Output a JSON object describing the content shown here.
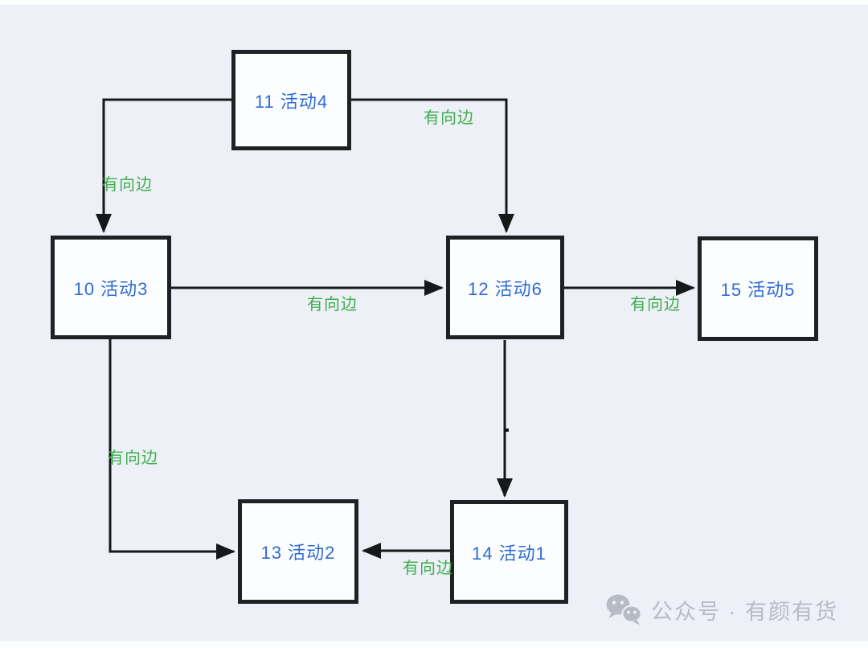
{
  "diagram": {
    "nodes": [
      {
        "id": "11",
        "label": "11 活动4"
      },
      {
        "id": "10",
        "label": "10 活动3"
      },
      {
        "id": "12",
        "label": "12 活动6"
      },
      {
        "id": "15",
        "label": "15 活动5"
      },
      {
        "id": "13",
        "label": "13 活动2"
      },
      {
        "id": "14",
        "label": "14 活动1"
      }
    ],
    "edges": [
      {
        "from": "11 活动4",
        "to": "10 活动3",
        "label": "有向边"
      },
      {
        "from": "11 活动4",
        "to": "12 活动6",
        "label": "有向边"
      },
      {
        "from": "10 活动3",
        "to": "12 活动6",
        "label": "有向边"
      },
      {
        "from": "12 活动6",
        "to": "15 活动5",
        "label": "有向边"
      },
      {
        "from": "12 活动6",
        "to": "14 活动1",
        "label": ""
      },
      {
        "from": "10 活动3",
        "to": "13 活动2",
        "label": "有向边"
      },
      {
        "from": "14 活动1",
        "to": "13 活动2",
        "label": "有向边"
      }
    ],
    "colors": {
      "background": "#edf0f7",
      "node_fill": "#fcfdff",
      "node_border": "#202124",
      "node_text": "#2e6bd5",
      "edge_line": "#17181a",
      "edge_label": "#3fae4f"
    }
  },
  "watermark": {
    "icon": "wechat-icon",
    "text": "公众号 · 有颜有货",
    "color": "#b7bbc4"
  }
}
